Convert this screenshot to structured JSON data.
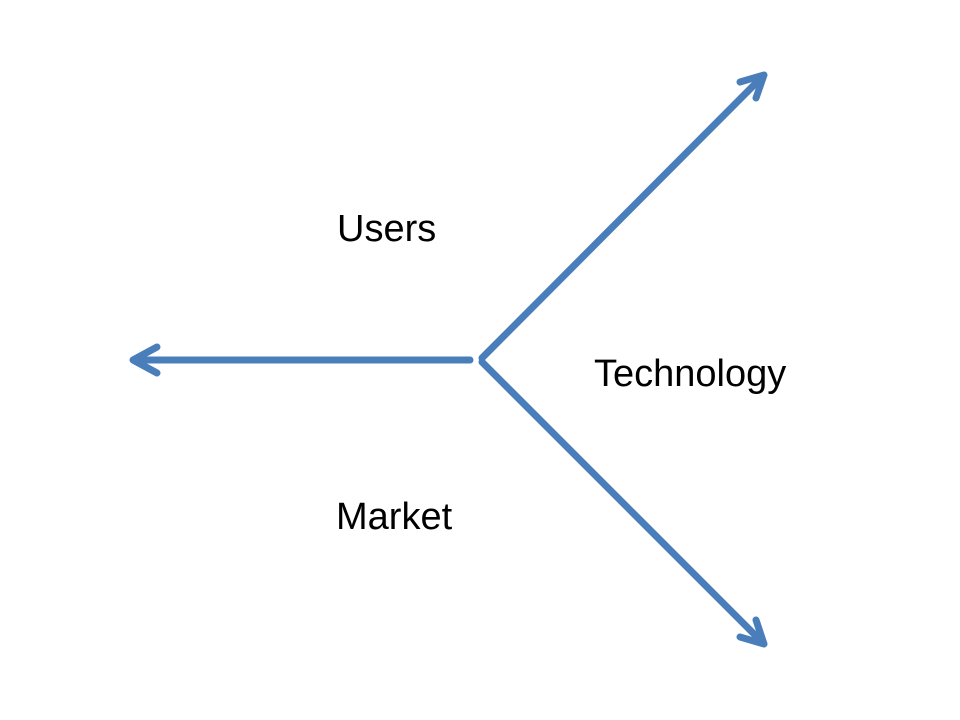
{
  "diagram": {
    "arrow_color": "#4a7ebb",
    "labels": {
      "users": "Users",
      "technology": "Technology",
      "market": "Market"
    }
  }
}
